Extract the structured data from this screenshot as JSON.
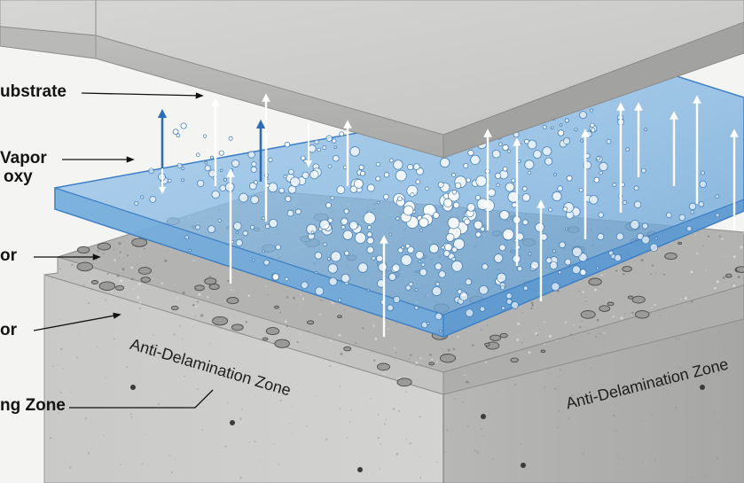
{
  "labels": {
    "substrate": "ubstrate",
    "vapor_line1": "Vapor",
    "vapor_line2": "oxy",
    "or_top": "or",
    "or_bottom": "or",
    "bonding_zone": "ng Zone"
  },
  "zones": {
    "left_face": "Anti-Delamination Zone",
    "right_face": "Anti-Delamination Zone"
  },
  "colors": {
    "concrete_light": "#cfcfcd",
    "concrete_mid": "#bdbdbb",
    "concrete_dark": "#a3a3a1",
    "membrane_blue": "#7fb4e0",
    "membrane_edge": "#3d7fc4",
    "arrow_blue": "#2c6db5",
    "arrow_white": "#ffffff"
  }
}
